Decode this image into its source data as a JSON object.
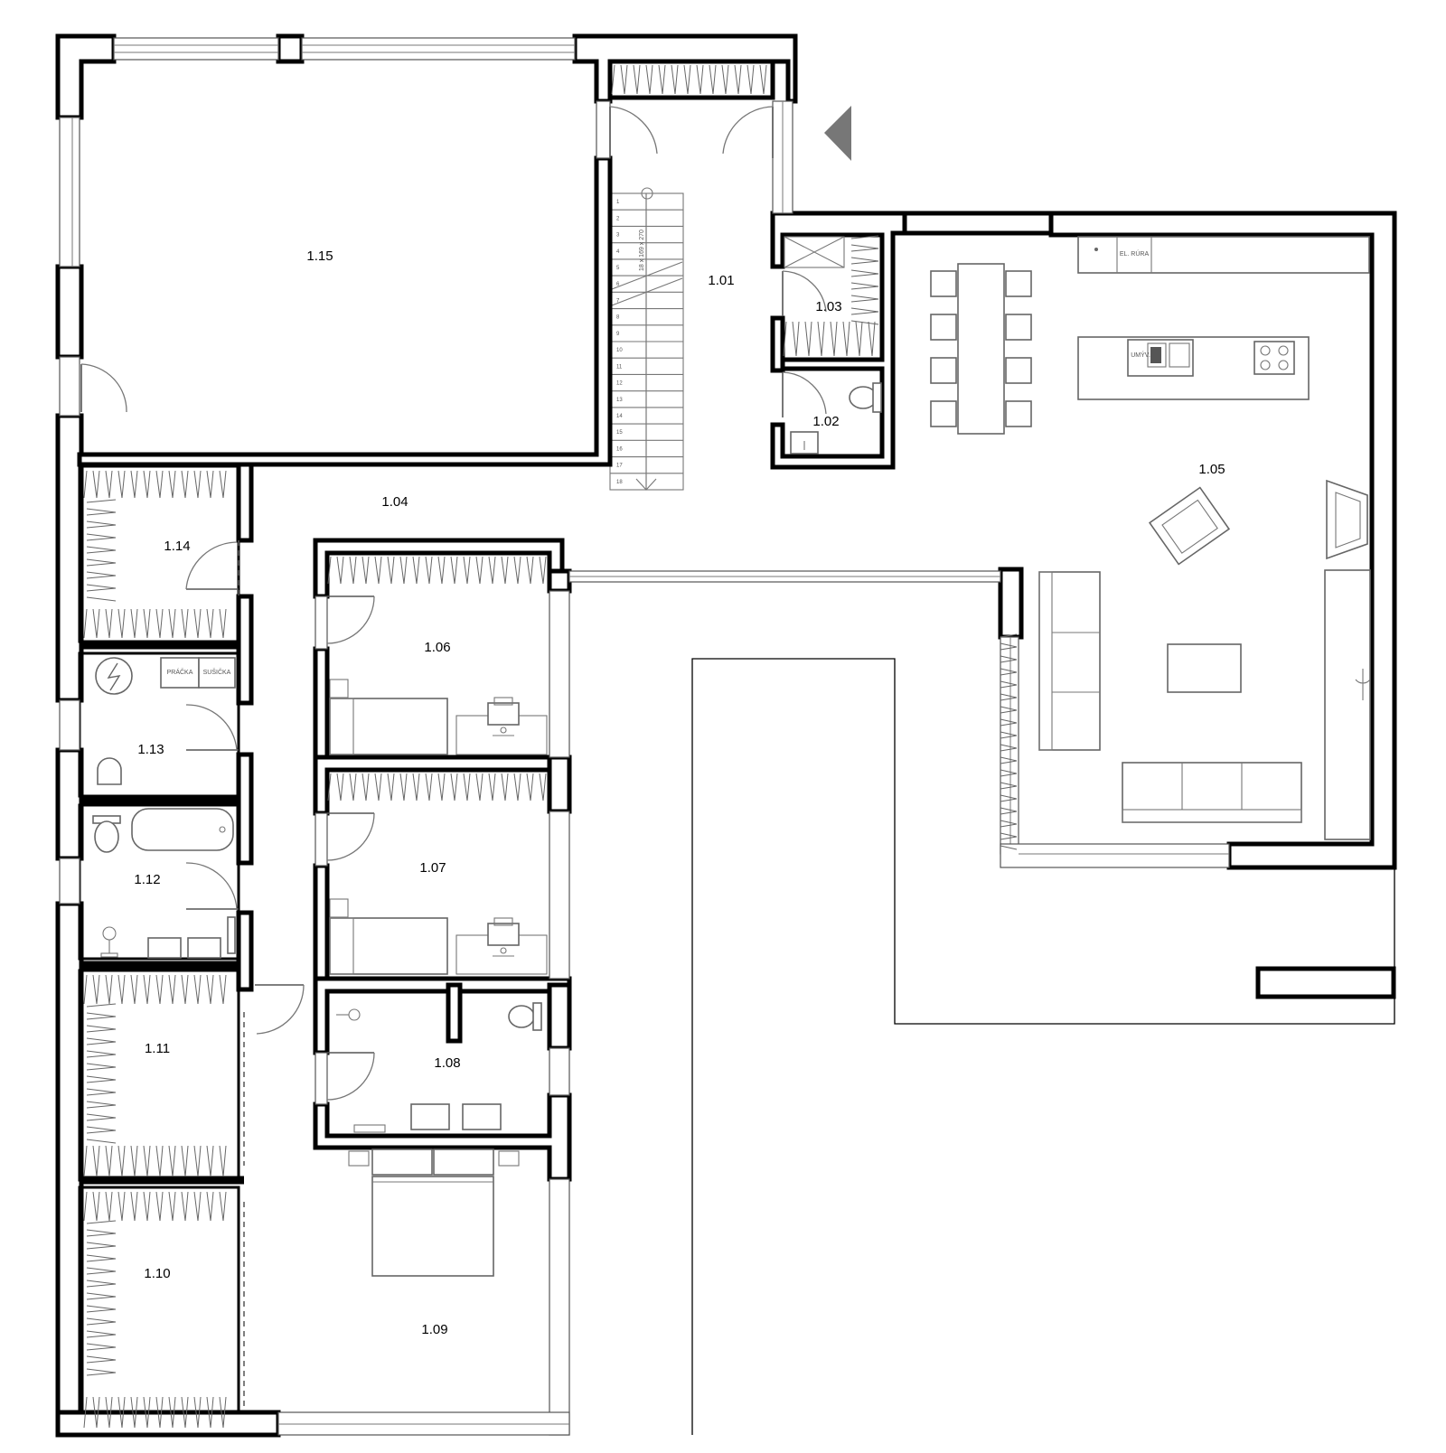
{
  "plan": {
    "rooms": [
      {
        "id": "1.01",
        "label": "1.01"
      },
      {
        "id": "1.02",
        "label": "1.02"
      },
      {
        "id": "1.03",
        "label": "1.03"
      },
      {
        "id": "1.04",
        "label": "1.04"
      },
      {
        "id": "1.05",
        "label": "1.05"
      },
      {
        "id": "1.06",
        "label": "1.06"
      },
      {
        "id": "1.07",
        "label": "1.07"
      },
      {
        "id": "1.08",
        "label": "1.08"
      },
      {
        "id": "1.09",
        "label": "1.09"
      },
      {
        "id": "1.10",
        "label": "1.10"
      },
      {
        "id": "1.11",
        "label": "1.11"
      },
      {
        "id": "1.12",
        "label": "1.12"
      },
      {
        "id": "1.13",
        "label": "1.13"
      },
      {
        "id": "1.14",
        "label": "1.14"
      },
      {
        "id": "1.15",
        "label": "1.15"
      }
    ],
    "appliance_labels": {
      "el_rura": "EL. RÚRA",
      "umyvadlo": "UMÝV.",
      "pracka": "PRÁČKA",
      "susicka": "SUŠIČKA"
    },
    "stair": {
      "note": "18 x 169 x 270",
      "steps": [
        "1",
        "2",
        "3",
        "4",
        "5",
        "6",
        "7",
        "8",
        "9",
        "10",
        "11",
        "12",
        "13",
        "14",
        "15",
        "16",
        "17",
        "18"
      ]
    },
    "entrance_marker": "triangle-arrow-icon",
    "colors": {
      "walls": "#000000",
      "furniture": "#666666",
      "background": "#ffffff"
    }
  }
}
